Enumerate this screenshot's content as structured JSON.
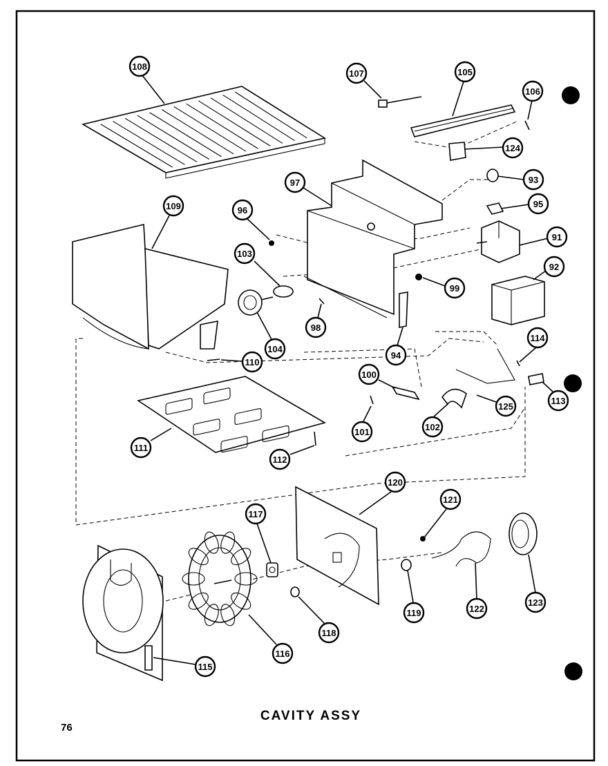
{
  "caption": "CAVITY ASSY",
  "page_number": "76",
  "callouts": [
    "108",
    "107",
    "105",
    "106",
    "124",
    "97",
    "93",
    "95",
    "91",
    "92",
    "96",
    "103",
    "99",
    "98",
    "104",
    "110",
    "94",
    "109",
    "100",
    "125",
    "114",
    "113",
    "101",
    "102",
    "111",
    "112",
    "120",
    "121",
    "117",
    "122",
    "123",
    "119",
    "118",
    "116",
    "115"
  ]
}
